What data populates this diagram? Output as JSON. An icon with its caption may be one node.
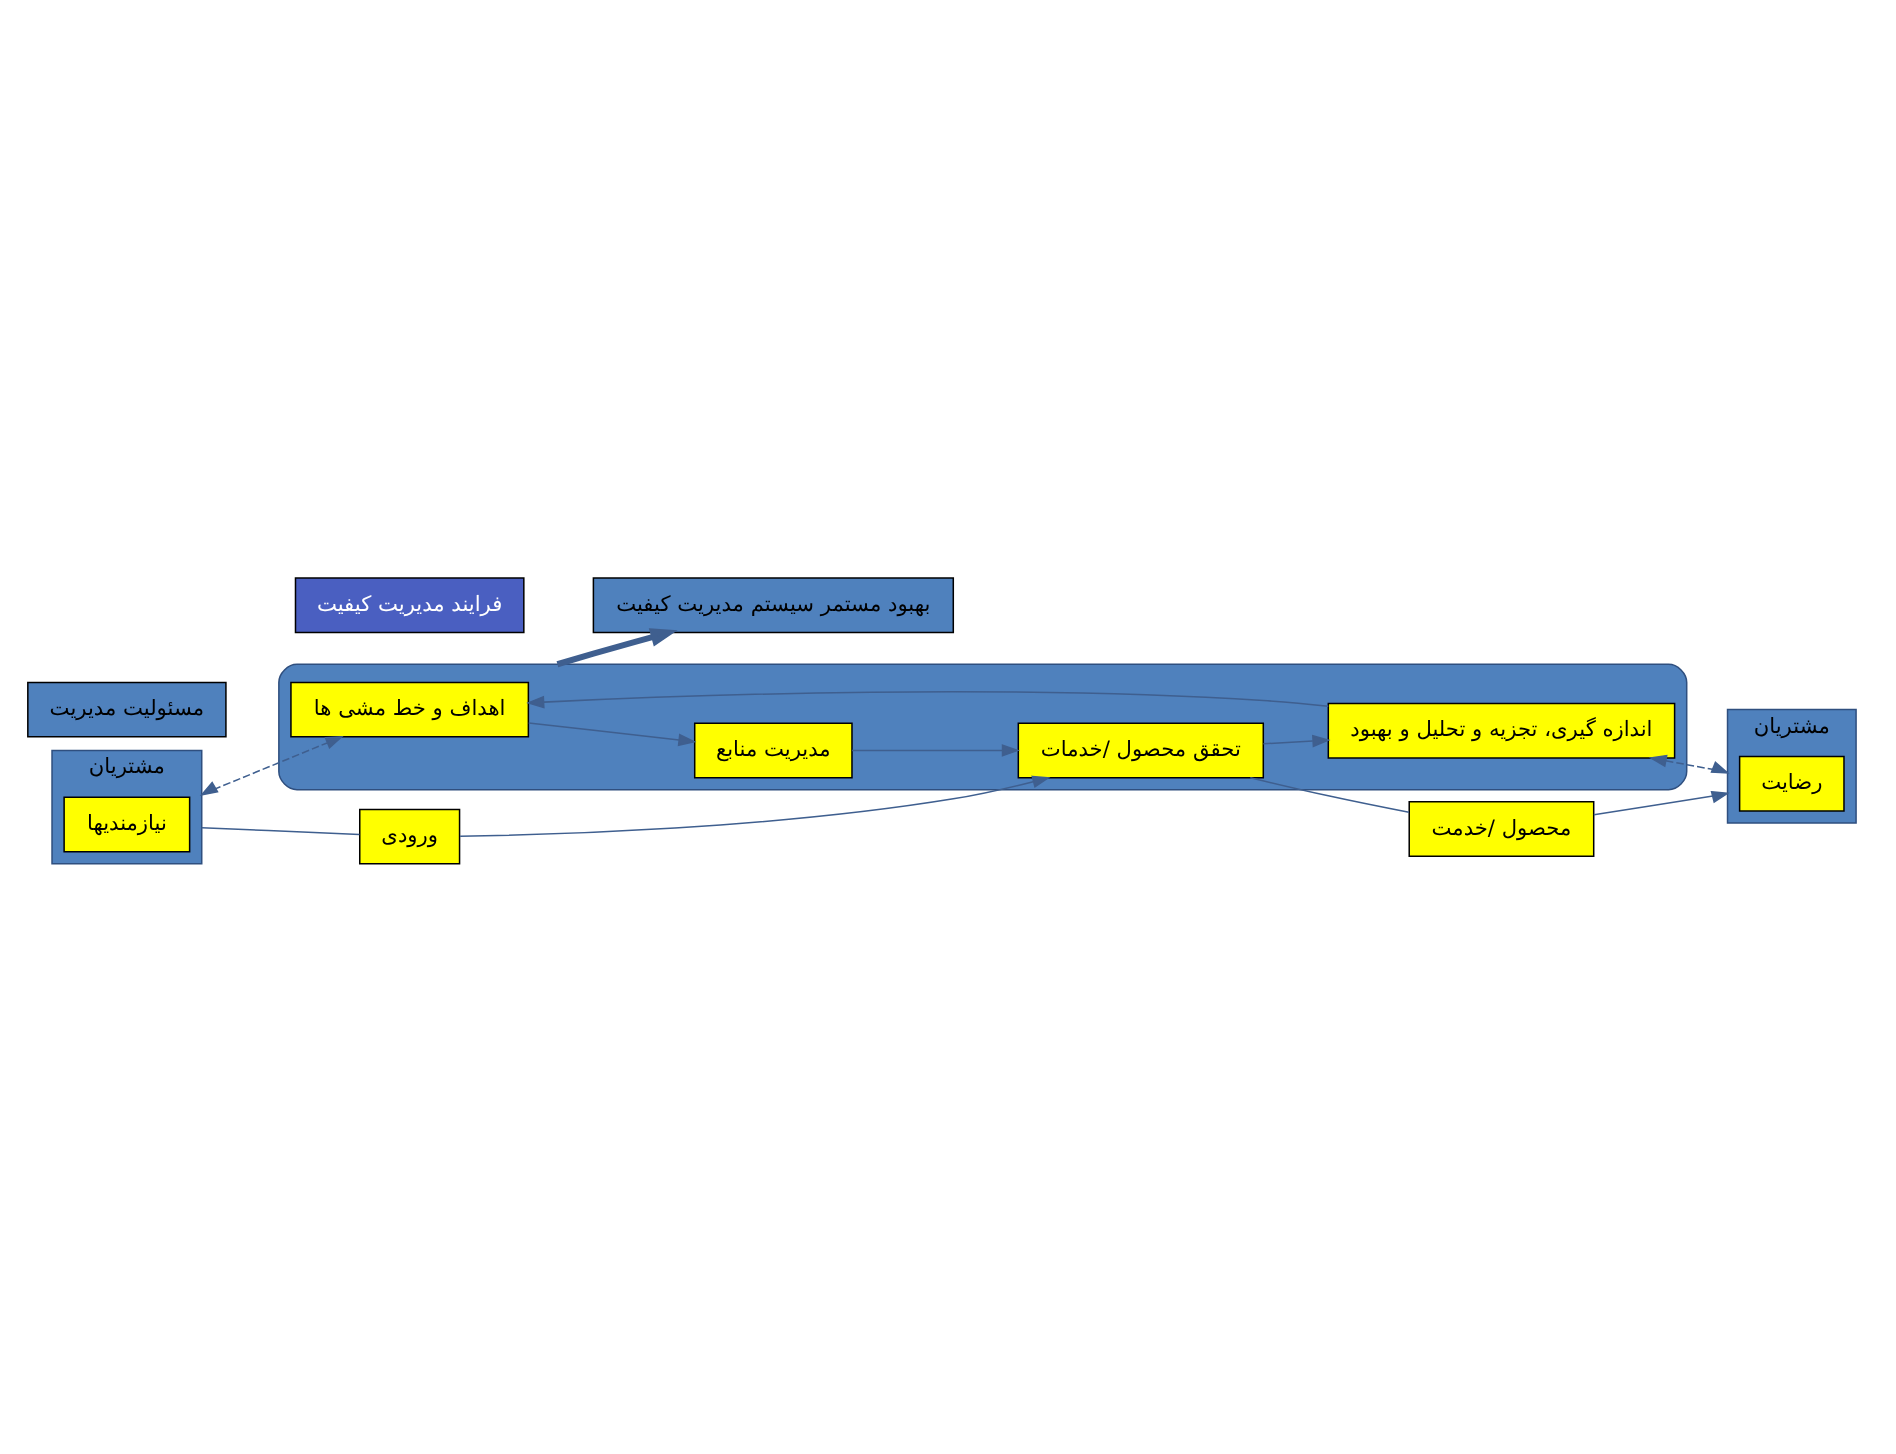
{
  "diagram": {
    "nodes": [
      {
        "text": [
          "فرایند مدیریت کیفیت"
        ]
      },
      {
        "text": [
          "بهبود مستمر سیستم مدیریت کیفیت"
        ]
      },
      {
        "text": [
          "مشتریان"
        ]
      },
      {
        "text": [
          "نیازمندیها"
        ],
        "in": 2
      },
      {
        "text": [
          "مسئولیت مدیریت"
        ]
      },
      {
        "text": [],
        "shape": "ellipse"
      },
      {
        "text": [
          "اهداف و خط مشی ها"
        ],
        "in": 5
      },
      {
        "text": [
          "مدیریت منابع"
        ],
        "in": 5
      },
      {
        "text": [
          "اندازه گیری، تجزیه و تحلیل و بهبود"
        ],
        "in": 5
      },
      {
        "text": [
          "تحقق محصول /خدمات"
        ],
        "in": 5
      },
      {
        "text": [
          "مشتریان"
        ]
      },
      {
        "text": [
          "رضایت"
        ],
        "in": 10
      },
      {
        "text": [
          "ورودی"
        ]
      },
      {
        "text": [
          "محصول /خدمت"
        ]
      }
    ],
    "edges": [
      {
        "from": 2,
        "to": 6,
        "arrow": "both",
        "style": "dashed"
      },
      {
        "from": 6,
        "to": 7,
        "arrow": "to"
      },
      {
        "from": 7,
        "to": 9,
        "arrow": "to"
      },
      {
        "from": 9,
        "to": 8,
        "arrow": "to"
      },
      {
        "from": 8,
        "to": 6,
        "arrow": "to"
      },
      {
        "from": 5,
        "to": 1,
        "arrow": "to",
        "style": "thick"
      },
      {
        "from": 8,
        "to": 10,
        "arrow": "both",
        "style": "dashed"
      },
      {
        "from": 2,
        "to": 12,
        "arrow": "none"
      },
      {
        "from": 12,
        "to": 9,
        "arrow": "to"
      },
      {
        "from": 9,
        "to": 13,
        "arrow": "none"
      },
      {
        "from": 13,
        "to": 10,
        "arrow": "to"
      }
    ]
  }
}
